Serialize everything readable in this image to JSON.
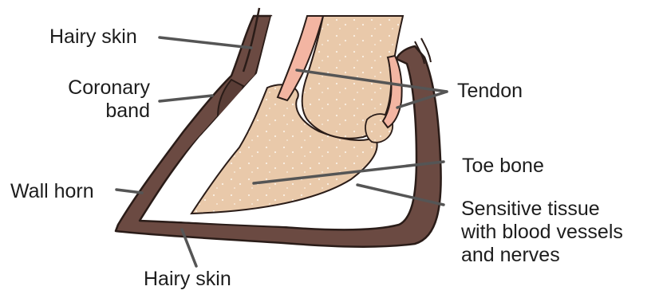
{
  "colors": {
    "wall_horn": "#6b4a42",
    "wall_outline": "#2a1c18",
    "bone_fill": "#e9c9aa",
    "bone_dots": "#fbf1e4",
    "tendon_fill": "#f3b5a2",
    "leader_line": "#555555",
    "text": "#1d1d1d"
  },
  "labels": {
    "hairy_skin_top": "Hairy skin",
    "coronary_band_line1": "Coronary",
    "coronary_band_line2": "band",
    "wall_horn": "Wall horn",
    "hairy_skin_bottom": "Hairy skin",
    "tendon": "Tendon",
    "toe_bone": "Toe bone",
    "sensitive_line1": "Sensitive tissue",
    "sensitive_line2": "with blood vessels",
    "sensitive_line3": "and nerves"
  }
}
